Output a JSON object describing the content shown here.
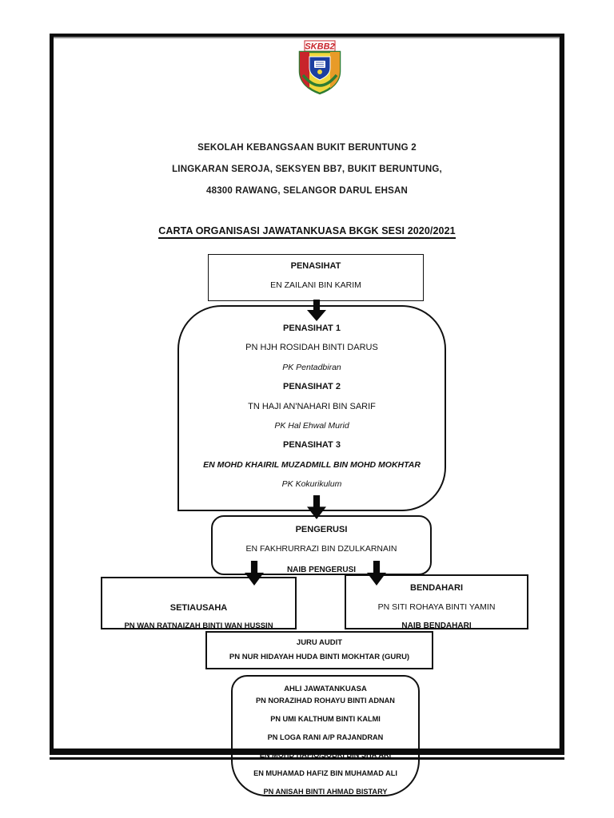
{
  "logo": {
    "text": "SKBB2"
  },
  "school": {
    "line1": "SEKOLAH KEBANGSAAN BUKIT BERUNTUNG 2",
    "line2": "LINGKARAN SEROJA, SEKSYEN BB7, BUKIT BERUNTUNG,",
    "line3": "48300 RAWANG, SELANGOR DARUL EHSAN"
  },
  "title": "CARTA ORGANISASI JAWATANKUASA BKGK SESI 2020/2021",
  "chart": {
    "penasihat": {
      "title": "PENASIHAT",
      "name": "EN ZAILANI BIN KARIM"
    },
    "advisors": [
      {
        "title": "PENASIHAT 1",
        "name": "PN HJH ROSIDAH BINTI DARUS",
        "role": "PK Pentadbiran"
      },
      {
        "title": "PENASIHAT 2",
        "name": "TN HAJI AN'NAHARI BIN SARIF",
        "role": "PK Hal Ehwal Murid"
      },
      {
        "title": "PENASIHAT 3",
        "name": "EN MOHD KHAIRIL MUZADMILL BIN MOHD MOKHTAR",
        "role": "PK Kokurikulum"
      }
    ],
    "pengerusi": {
      "title": "PENGERUSI",
      "name": "EN FAKHRURRAZI BIN DZULKARNAIN",
      "deputy": "NAIB PENGERUSI"
    },
    "setiausaha": {
      "title": "SETIAUSAHA",
      "name": "PN WAN RATNAIZAH BINTI WAN HUSSIN"
    },
    "bendahari": {
      "title": "BENDAHARI",
      "name": "PN SITI ROHAYA BINTI YAMIN",
      "deputy": "NAIB BENDAHARI"
    },
    "juru_audit": {
      "title": "JURU AUDIT",
      "name": "PN NUR HIDAYAH HUDA BINTI MOKHTAR (GURU)"
    },
    "ahli": {
      "title": "AHLI JAWATANKUASA",
      "members": [
        "PN NORAZIHAD ROHAYU BINTI ADNAN",
        "PN UMI KALTHUM BINTI KALMI",
        "PN LOGA RANI A/P RAJANDRAN",
        "EN MOHD HAFIQ/SOBRI BIN SHA'ARI",
        "EN MUHAMAD HAFIZ BIN MUHAMAD ALI",
        "PN ANISAH BINTI AHMAD BISTARY"
      ]
    }
  },
  "colors": {
    "ink": "#111111",
    "logo_red": "#c8242b",
    "logo_yellow": "#f0d73c",
    "logo_green": "#2f7d32",
    "logo_blue": "#1c3fa0"
  }
}
